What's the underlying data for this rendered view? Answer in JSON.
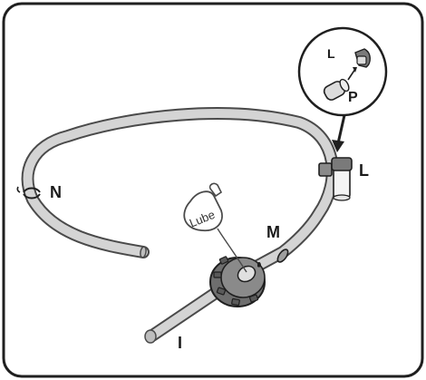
{
  "labels": {
    "nasal_end": "N",
    "lock": "L",
    "lock_callout": "L",
    "plug_callout": "P",
    "marker": "M",
    "insertion_end": "I"
  },
  "lube_bottle_text": "Lube",
  "icons": {
    "callout": "magnifier-callout",
    "arrow": "arrow-down-icon"
  },
  "colors": {
    "tube_fill": "#d4d4d4",
    "tube_outline": "#4a4a4a",
    "connector_fill": "#8a8a8a",
    "outline": "#1f1f1f"
  }
}
